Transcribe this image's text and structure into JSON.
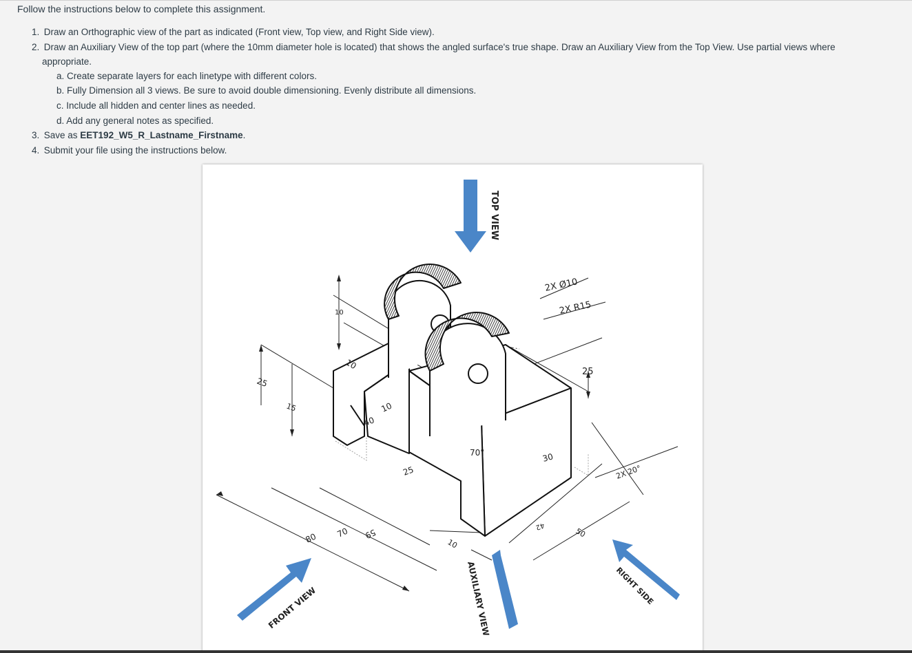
{
  "intro": "Follow the instructions below to complete this assignment.",
  "steps": [
    {
      "num": "1.",
      "text": "Draw an Orthographic view of the part as indicated (Front view, Top view, and Right Side view)."
    },
    {
      "num": "2.",
      "text": "Draw an Auxiliary View of the top part (where the 10mm diameter hole is located) that shows the angled surface's true shape. Draw an Auxiliary View from the Top View. Use partial views where",
      "text_cont": "appropriate."
    },
    {
      "num": "3.",
      "text_prefix": "Save as ",
      "text_bold": "EET192_W5_R_Lastname_Firstname",
      "text_suffix": "."
    },
    {
      "num": "4.",
      "text": "Submit your file using the instructions below."
    }
  ],
  "substeps": [
    "a. Create separate layers for each linetype with different colors.",
    "b. Fully Dimension all 3 views. Be sure to avoid double dimensioning. Evenly distribute all dimensions.",
    "c. Include all hidden and center lines as needed.",
    "d. Add any general notes as specified."
  ],
  "figure": {
    "view_labels": {
      "top": "TOP VIEW",
      "front": "FRONT VIEW",
      "auxiliary": "AUXILIARY VIEW",
      "right": "RIGHT SIDE"
    },
    "dimensions": {
      "d10_top": "10",
      "d10_left": "10",
      "d10_mid": "10",
      "d40": "40",
      "d25_left": "25",
      "d15": "15",
      "d25_center": "25",
      "d70_angle": "70°",
      "d30": "30",
      "d25_right": "25",
      "hole": "2X Ø10",
      "radius": "2X R15",
      "angle20": "2X 20°",
      "d80": "80",
      "d70": "70",
      "d59": "59",
      "d10_bottom": "10",
      "d42": "42",
      "d50": "50"
    },
    "arrow_color": "#4a86c8"
  }
}
